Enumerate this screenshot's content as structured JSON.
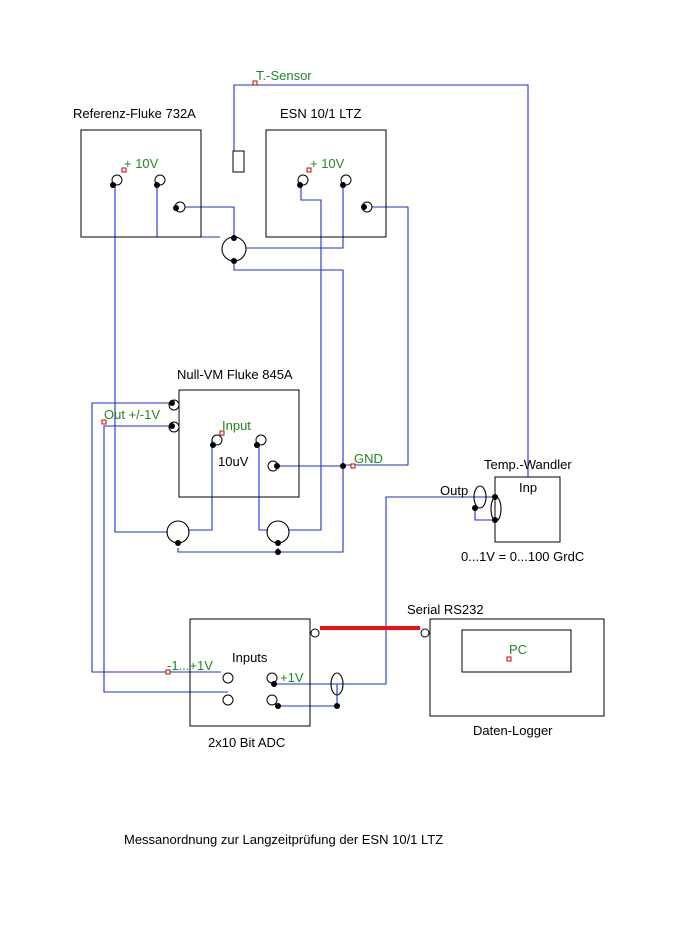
{
  "colors": {
    "wire": "#1f2fd0",
    "label_green": "#1f8a1f",
    "marker_red": "#cc0000",
    "rs232_cable": "#ee1111"
  },
  "labels": {
    "t_sensor": "T.-Sensor",
    "referenz": "Referenz-Fluke 732A",
    "esn": "ESN 10/1 LTZ",
    "ref_plus10v": "+ 10V",
    "esn_plus10v": "+ 10V",
    "nullvm": "Null-VM Fluke 845A",
    "out_pm1v": "Out +/-1V",
    "input": "Input",
    "uv10": "10uV",
    "gnd": "GND",
    "temp_wandler": "Temp.-Wandler",
    "outp": "Outp",
    "inp": "Inp",
    "scale": "0...1V = 0...100 GrdC",
    "serial": "Serial RS232",
    "inputs": "Inputs",
    "minus1_plus1v": "-1...+1V",
    "plus1v": "+1V",
    "pc": "PC",
    "adc": "2x10 Bit ADC",
    "datenlogger": "Daten-Logger",
    "caption": "Messanordnung zur Langzeitprüfung der ESN 10/1 LTZ"
  }
}
